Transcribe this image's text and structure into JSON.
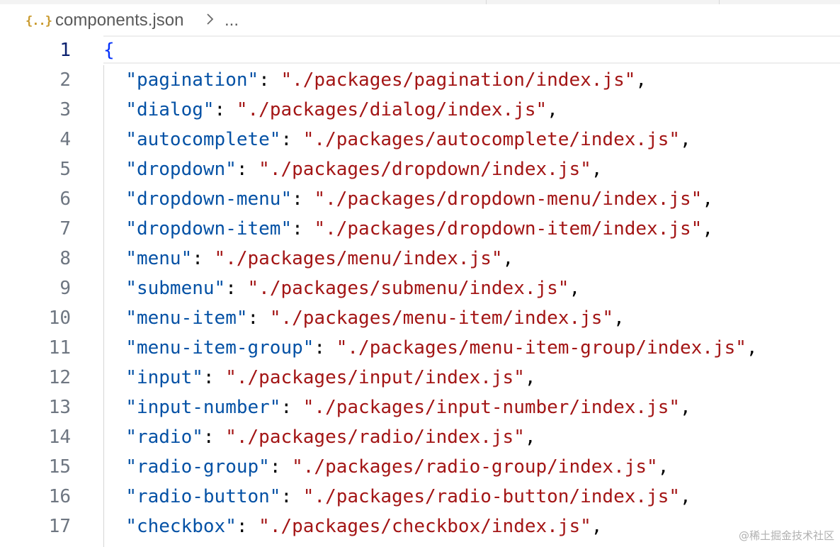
{
  "breadcrumb": {
    "icon": "json-icon",
    "icon_glyph": "{..}",
    "file": "components.json",
    "more": "..."
  },
  "editor": {
    "active_line": 1,
    "open_brace": "{",
    "lines": [
      {
        "number": "1",
        "text": "{"
      },
      {
        "number": "2",
        "key": "\"pagination\"",
        "value": "\"./packages/pagination/index.js\""
      },
      {
        "number": "3",
        "key": "\"dialog\"",
        "value": "\"./packages/dialog/index.js\""
      },
      {
        "number": "4",
        "key": "\"autocomplete\"",
        "value": "\"./packages/autocomplete/index.js\""
      },
      {
        "number": "5",
        "key": "\"dropdown\"",
        "value": "\"./packages/dropdown/index.js\""
      },
      {
        "number": "6",
        "key": "\"dropdown-menu\"",
        "value": "\"./packages/dropdown-menu/index.js\""
      },
      {
        "number": "7",
        "key": "\"dropdown-item\"",
        "value": "\"./packages/dropdown-item/index.js\""
      },
      {
        "number": "8",
        "key": "\"menu\"",
        "value": "\"./packages/menu/index.js\""
      },
      {
        "number": "9",
        "key": "\"submenu\"",
        "value": "\"./packages/submenu/index.js\""
      },
      {
        "number": "10",
        "key": "\"menu-item\"",
        "value": "\"./packages/menu-item/index.js\""
      },
      {
        "number": "11",
        "key": "\"menu-item-group\"",
        "value": "\"./packages/menu-item-group/index.js\""
      },
      {
        "number": "12",
        "key": "\"input\"",
        "value": "\"./packages/input/index.js\""
      },
      {
        "number": "13",
        "key": "\"input-number\"",
        "value": "\"./packages/input-number/index.js\""
      },
      {
        "number": "14",
        "key": "\"radio\"",
        "value": "\"./packages/radio/index.js\""
      },
      {
        "number": "15",
        "key": "\"radio-group\"",
        "value": "\"./packages/radio-group/index.js\""
      },
      {
        "number": "16",
        "key": "\"radio-button\"",
        "value": "\"./packages/radio-button/index.js\""
      },
      {
        "number": "17",
        "key": "\"checkbox\"",
        "value": "\"./packages/checkbox/index.js\""
      }
    ]
  },
  "watermark": "@稀土掘金技术社区",
  "colors": {
    "key": "#0451a5",
    "string": "#a31515",
    "brace": "#0431fa",
    "line_number": "#6e7681",
    "active_line_number": "#0b216f",
    "json_icon": "#c99a2e"
  }
}
